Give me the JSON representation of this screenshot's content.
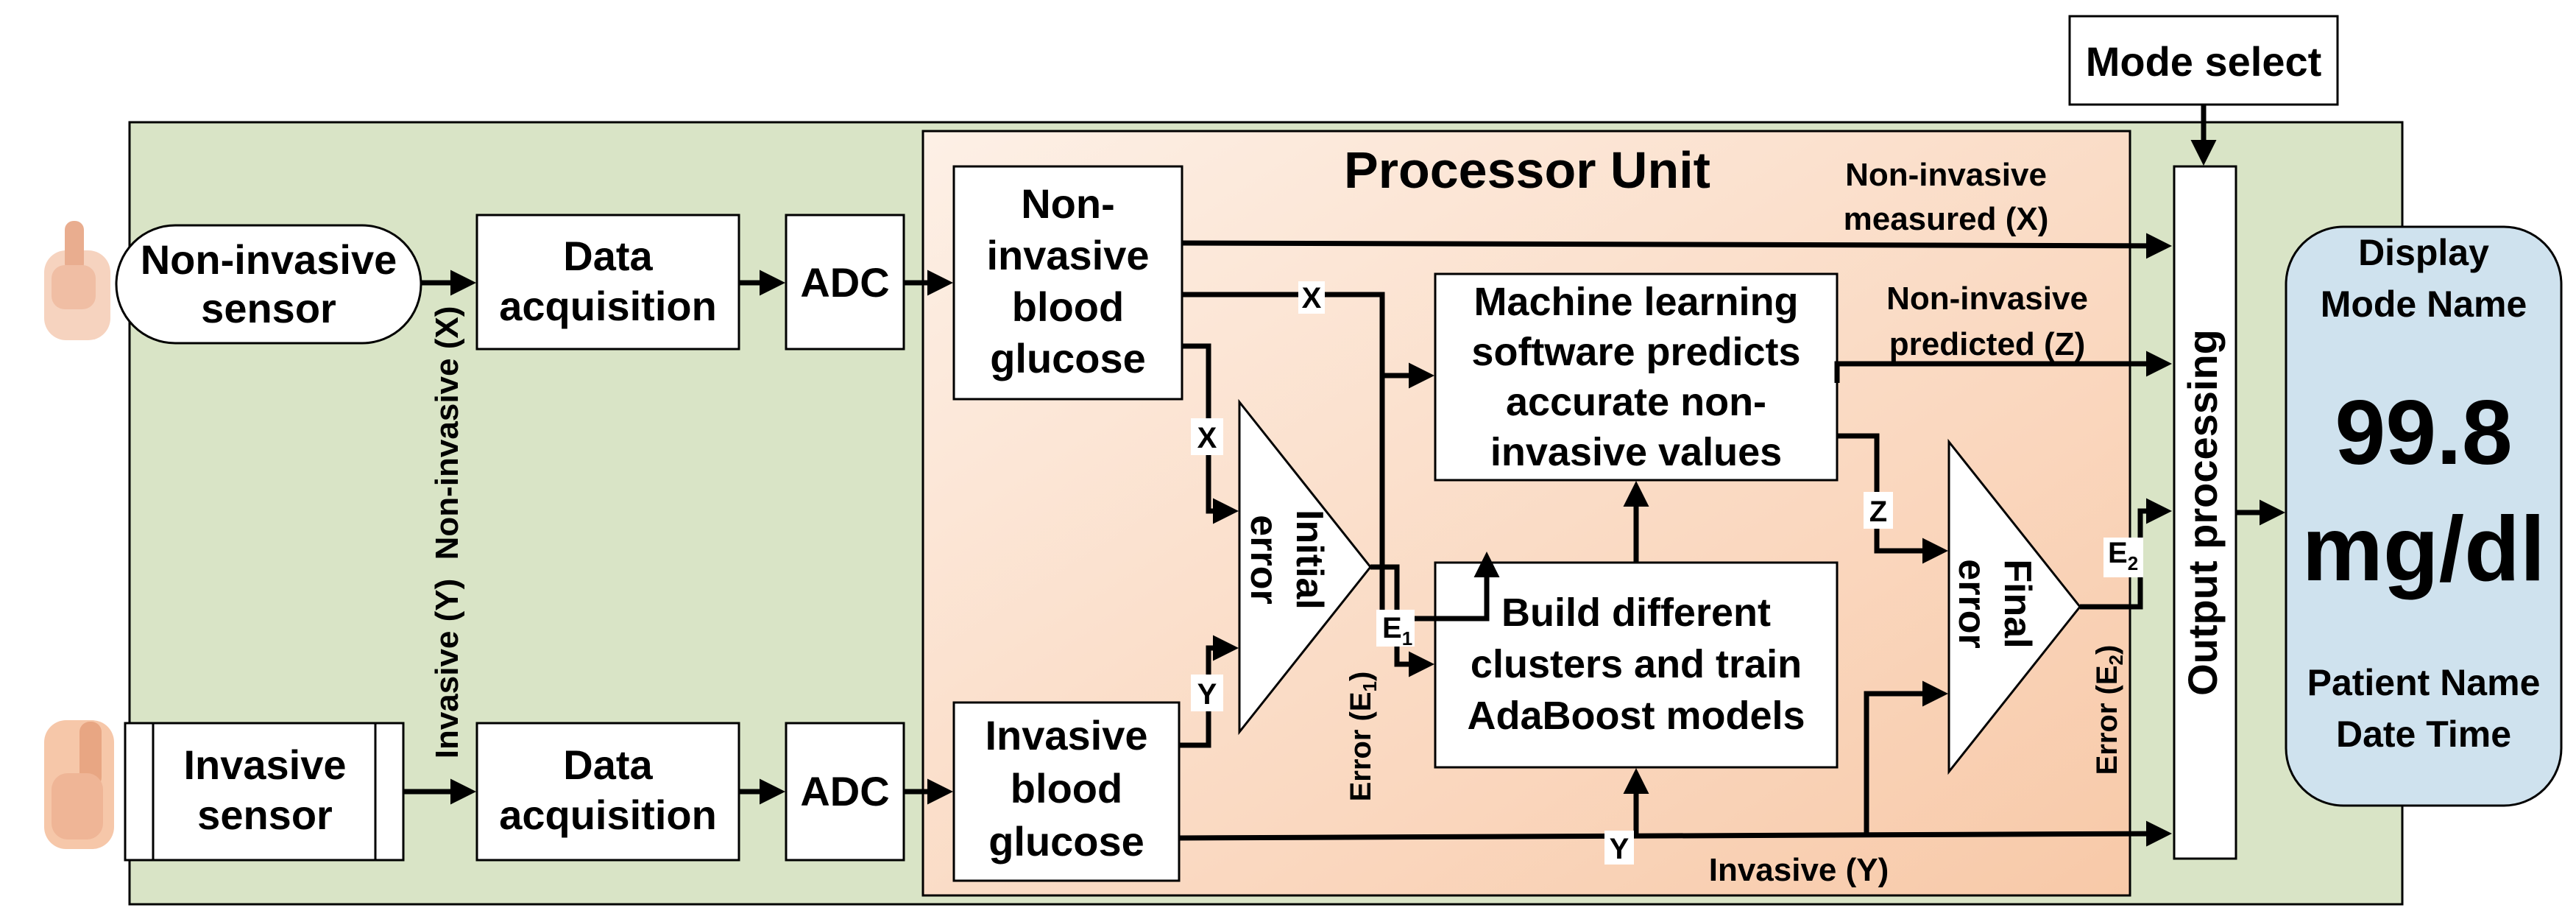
{
  "title": "Processor Unit",
  "mode_select": "Mode select",
  "sensors": {
    "non_invasive": [
      "Non-invasive",
      "sensor"
    ],
    "invasive": [
      "Invasive",
      "sensor"
    ]
  },
  "data_acquisition": [
    "Data",
    "acquisition"
  ],
  "adc": "ADC",
  "non_invasive_bg": [
    "Non-",
    "invasive",
    "blood",
    "glucose"
  ],
  "invasive_bg": [
    "Invasive",
    "blood",
    "glucose"
  ],
  "ml_box": [
    "Machine learning",
    "software predicts",
    "accurate non-",
    "invasive values"
  ],
  "build_box": [
    "Build different",
    "clusters and train",
    "AdaBoost models"
  ],
  "initial_error": [
    "Initial",
    "error"
  ],
  "final_error": [
    "Final",
    "error"
  ],
  "output_processing": "Output processing",
  "display": {
    "line1": "Display",
    "line2": "Mode Name",
    "value": "99.8",
    "unit": "mg/dl",
    "line3": "Patient Name",
    "line4": "Date Time"
  },
  "labels": {
    "non_invasive_measured": [
      "Non-invasive",
      "measured (X)"
    ],
    "non_invasive_predicted": [
      "Non-invasive",
      "predicted (Z)"
    ],
    "invasive_y_bottom": "Invasive (Y)",
    "non_invasive_x_vertical": "Non-invasive (X)",
    "invasive_y_vertical": "Invasive (Y)",
    "x": "X",
    "y": "Y",
    "z": "Z",
    "e": "E",
    "sub1": "1",
    "sub2": "2",
    "error_e1": "Error (E",
    "error_e2": "Error (E",
    "close_paren": ")"
  },
  "colors": {
    "outer_fill": "#d9e4c6",
    "processor_fill": "#fbdcc6",
    "display_fill": "#cfe2ee",
    "box_fill": "#ffffff",
    "stroke": "#000000"
  }
}
